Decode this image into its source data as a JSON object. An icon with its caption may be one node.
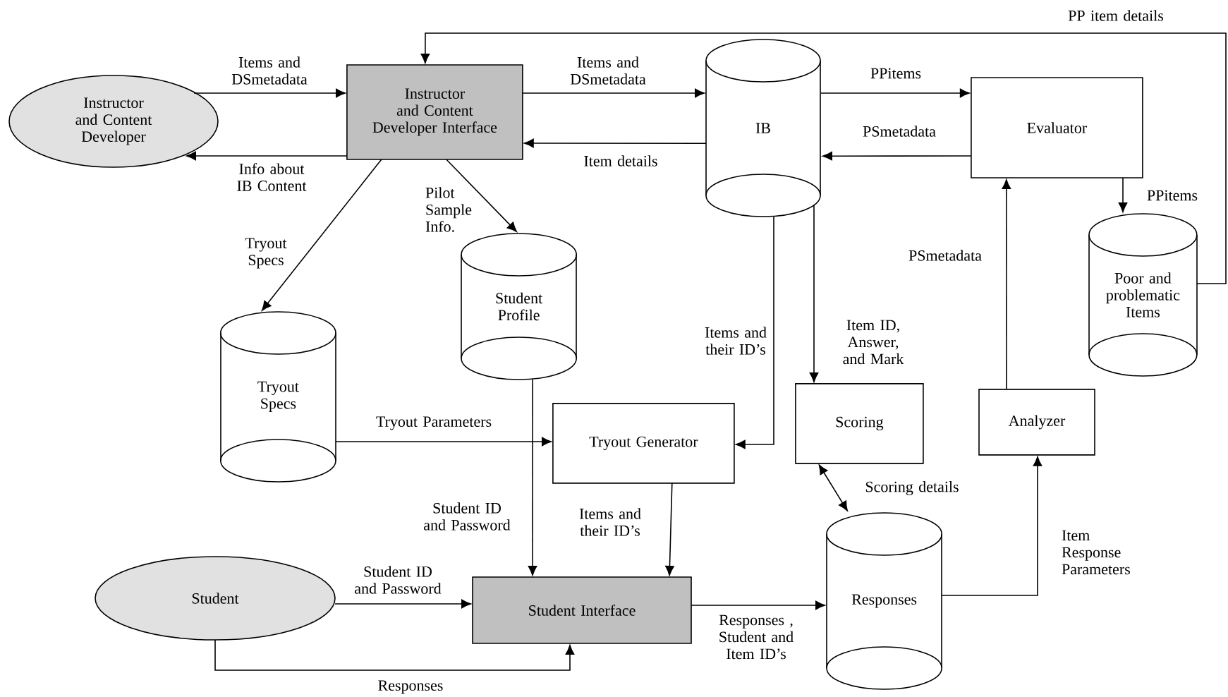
{
  "diagram": {
    "nodes": [
      {
        "text": [
          "Instructor and Content Developer"
        ]
      },
      {
        "text": [
          "Instructor and Content Developer Interface"
        ]
      },
      {
        "text": [
          "IB"
        ]
      },
      {
        "text": [
          "Evaluator"
        ]
      },
      {
        "text": [
          "Poor and problematic Items"
        ]
      },
      {
        "text": [
          "Student Profile"
        ]
      },
      {
        "text": [
          "Tryout Specs"
        ]
      },
      {
        "text": [
          "Tryout Generator"
        ]
      },
      {
        "text": [
          "Scoring"
        ]
      },
      {
        "text": [
          "Analyzer"
        ]
      },
      {
        "text": [
          "Student"
        ]
      },
      {
        "text": [
          "Student Interface"
        ]
      },
      {
        "text": [
          "Responses"
        ]
      }
    ],
    "edges": [
      {
        "from": 0,
        "to": 1,
        "arrow": "to",
        "label": "Items and DSmetadata"
      },
      {
        "from": 1,
        "to": 0,
        "arrow": "to",
        "label": "Info about IB Content"
      },
      {
        "from": 1,
        "to": 2,
        "arrow": "to",
        "label": "Items and DSmetadata"
      },
      {
        "from": 2,
        "to": 1,
        "arrow": "to",
        "label": "Item details"
      },
      {
        "from": 2,
        "to": 3,
        "arrow": "to",
        "label": "PPitems"
      },
      {
        "from": 3,
        "to": 2,
        "arrow": "to",
        "label": "PSmetadata"
      },
      {
        "from": 3,
        "to": 4,
        "arrow": "to",
        "label": "PPitems"
      },
      {
        "from": 4,
        "to": 1,
        "arrow": "to",
        "label": "PP item details"
      },
      {
        "from": 1,
        "to": 6,
        "arrow": "to",
        "label": "Tryout Specs"
      },
      {
        "from": 1,
        "to": 5,
        "arrow": "to",
        "label": "Pilot Sample Info."
      },
      {
        "from": 2,
        "to": 7,
        "arrow": "to",
        "label": "Items and their ID’s"
      },
      {
        "from": 2,
        "to": 8,
        "arrow": "to",
        "label": "Item ID, Answer, and Mark"
      },
      {
        "from": 6,
        "to": 7,
        "arrow": "to",
        "label": "Tryout Parameters"
      },
      {
        "from": 5,
        "to": 11,
        "arrow": "to",
        "label": "Student ID and Password"
      },
      {
        "from": 7,
        "to": 11,
        "arrow": "to",
        "label": "Items and their ID’s"
      },
      {
        "from": 10,
        "to": 11,
        "arrow": "to",
        "label": "Student ID and Password"
      },
      {
        "from": 10,
        "to": 11,
        "arrow": "to",
        "label": "Responses"
      },
      {
        "from": 11,
        "to": 12,
        "arrow": "to",
        "label": "Responses , Student and Item ID’s"
      },
      {
        "from": 8,
        "to": 12,
        "arrow": "both",
        "label": "Scoring details"
      },
      {
        "from": 12,
        "to": 9,
        "arrow": "to",
        "label": "Item Response Parameters"
      },
      {
        "from": 9,
        "to": 3,
        "arrow": "to",
        "label": "PSmetadata"
      }
    ]
  }
}
